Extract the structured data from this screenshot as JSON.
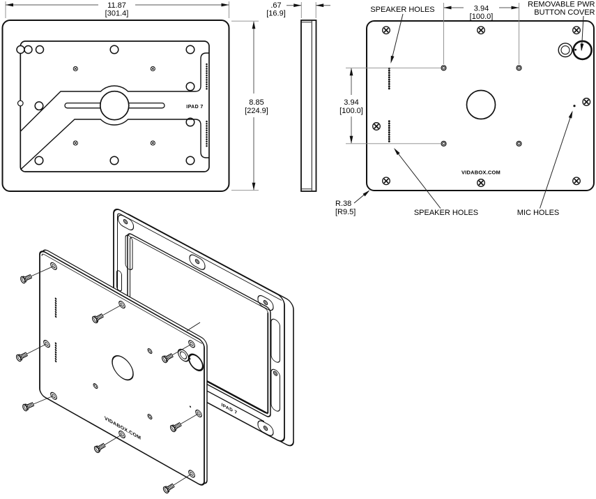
{
  "drawing": {
    "dimensions": {
      "width": {
        "in": "11.87",
        "mm": "[301.4]"
      },
      "height": {
        "in": "8.85",
        "mm": "[224.9]"
      },
      "depth": {
        "in": ".67",
        "mm": "[16.9]"
      },
      "vesa_horizontal": {
        "in": "3.94",
        "mm": "[100.0]"
      },
      "vesa_vertical": {
        "in": "3.94",
        "mm": "[100.0]"
      },
      "corner_radius": {
        "in": "R.38",
        "mm": "[R9.5]"
      }
    },
    "views": {
      "front": {
        "model_label": "IPAD 7"
      },
      "back": {
        "brand_label": "VIDABOX.COM",
        "callouts": {
          "speaker_top": "SPEAKER HOLES",
          "speaker_bottom": "SPEAKER HOLES",
          "mic": "MIC HOLES",
          "pwr_line1": "REMOVABLE PWR",
          "pwr_line2": "BUTTON COVER"
        }
      },
      "exploded": {
        "brand_label": "VIDABOX.COM",
        "model_label": "IPAD 7"
      }
    }
  }
}
